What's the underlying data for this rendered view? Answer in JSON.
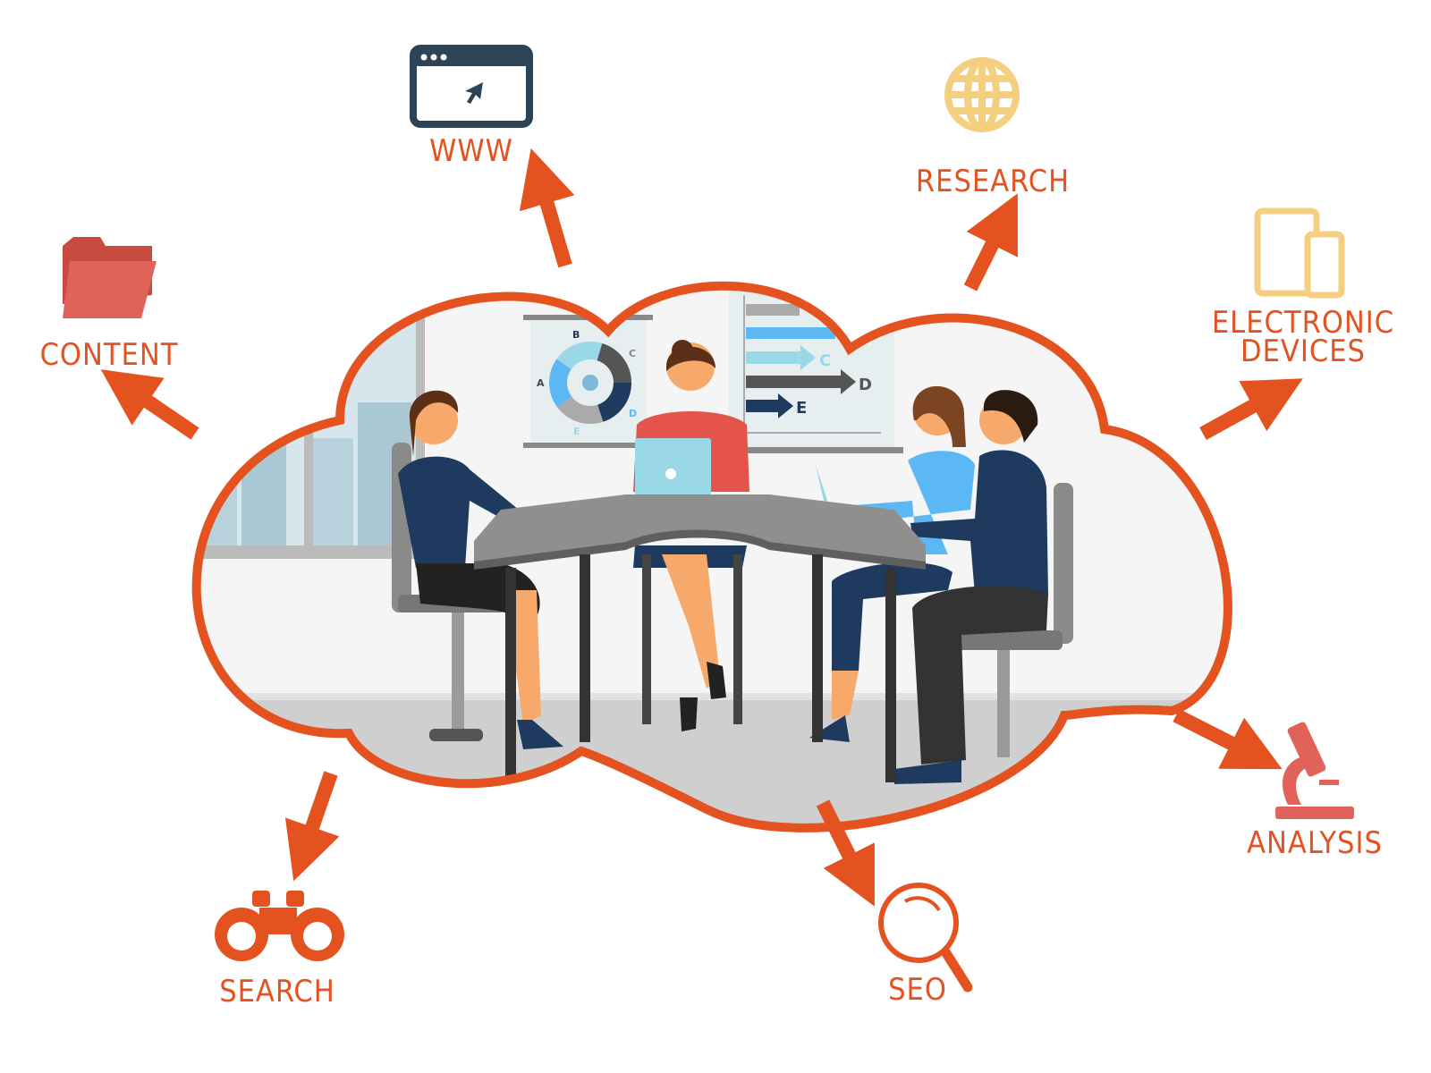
{
  "labels": {
    "www": "WWW",
    "research": "RESEARCH",
    "electronic_devices_line1": "ELECTRONIC",
    "electronic_devices_line2": "DEVICES",
    "content": "CONTENT",
    "analysis": "ANALYSIS",
    "search": "SEARCH",
    "seo": "SEO"
  },
  "whiteboard_donut_labels": [
    "A",
    "B",
    "C",
    "D",
    "E"
  ],
  "whiteboard_bar_labels": [
    "C",
    "D",
    "E"
  ],
  "colors": {
    "accent_orange": "#e4521f",
    "navy": "#2d4457",
    "yellow": "#f5cf80",
    "coral": "#e06258"
  },
  "icons": [
    "browser-window-icon",
    "globe-icon",
    "devices-icon",
    "folder-icon",
    "microscope-icon",
    "binoculars-icon",
    "magnifier-icon"
  ]
}
